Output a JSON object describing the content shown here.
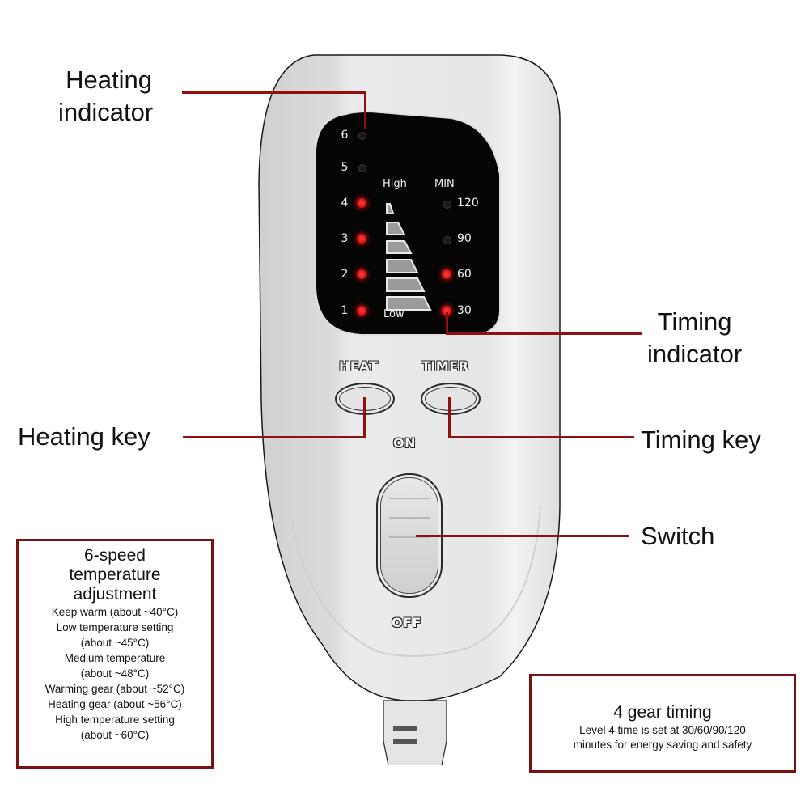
{
  "callouts": {
    "heating_indicator": [
      "Heating",
      "indicator"
    ],
    "timing_indicator": [
      "Timing",
      "indicator"
    ],
    "heating_key": "Heating key",
    "timing_key": "Timing key",
    "switch": "Switch"
  },
  "panel": {
    "heat_levels": [
      {
        "level": "6",
        "lit": false
      },
      {
        "level": "5",
        "lit": false
      },
      {
        "level": "4",
        "lit": true
      },
      {
        "level": "3",
        "lit": true
      },
      {
        "level": "2",
        "lit": true
      },
      {
        "level": "1",
        "lit": true
      }
    ],
    "scale_high": "High",
    "scale_low": "Low",
    "timer_header": "MIN",
    "timer_levels": [
      {
        "minutes": "120",
        "lit": false
      },
      {
        "minutes": "90",
        "lit": false
      },
      {
        "minutes": "60",
        "lit": true
      },
      {
        "minutes": "30",
        "lit": true
      }
    ]
  },
  "keys": {
    "heat_label": "HEAT",
    "timer_label": "TIMER",
    "on_label": "ON",
    "off_label": "OFF"
  },
  "temperature_box": {
    "title": [
      "6-speed",
      "temperature",
      "adjustment"
    ],
    "lines": [
      "Keep warm (about ~40°C)",
      "Low temperature setting",
      "(about ~45°C)",
      "Medium temperature",
      "(about ~48°C)",
      "Warming gear (about ~52°C)",
      "Heating gear (about ~56°C)",
      "High temperature setting",
      "(about ~60°C)"
    ]
  },
  "timing_box": {
    "title": "4 gear timing",
    "lines": [
      "Level 4 time is set at 30/60/90/120",
      "minutes for energy saving and safety"
    ]
  },
  "colors": {
    "accent_red": "#8f1010",
    "led_red": "#e01818",
    "panel_black": "#050505",
    "device_grey": "#e2e2e2"
  }
}
